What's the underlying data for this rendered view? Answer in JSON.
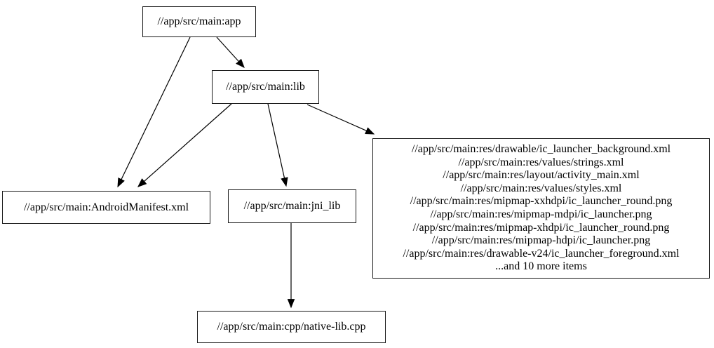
{
  "diagram": {
    "type": "dependency-graph",
    "colors": {
      "background": "#ffffff",
      "node_border": "#1a1a1a",
      "node_fill": "#ffffff",
      "edge": "#000000",
      "text": "#000000"
    },
    "nodes": {
      "app": {
        "label": "//app/src/main:app"
      },
      "lib": {
        "label": "//app/src/main:lib"
      },
      "android_manifest": {
        "label": "//app/src/main:AndroidManifest.xml"
      },
      "jni_lib": {
        "label": "//app/src/main:jni_lib"
      },
      "native_lib_cpp": {
        "label": "//app/src/main:cpp/native-lib.cpp"
      },
      "res_group": {
        "lines": [
          "//app/src/main:res/drawable/ic_launcher_background.xml",
          "//app/src/main:res/values/strings.xml",
          "//app/src/main:res/layout/activity_main.xml",
          "//app/src/main:res/values/styles.xml",
          "//app/src/main:res/mipmap-xxhdpi/ic_launcher_round.png",
          "//app/src/main:res/mipmap-mdpi/ic_launcher.png",
          "//app/src/main:res/mipmap-xhdpi/ic_launcher_round.png",
          "//app/src/main:res/mipmap-hdpi/ic_launcher.png",
          "//app/src/main:res/drawable-v24/ic_launcher_foreground.xml",
          "...and 10 more items"
        ]
      }
    },
    "edges": [
      {
        "from": "app",
        "to": "lib"
      },
      {
        "from": "app",
        "to": "android_manifest"
      },
      {
        "from": "lib",
        "to": "android_manifest"
      },
      {
        "from": "lib",
        "to": "jni_lib"
      },
      {
        "from": "lib",
        "to": "res_group"
      },
      {
        "from": "jni_lib",
        "to": "native_lib_cpp"
      }
    ]
  }
}
